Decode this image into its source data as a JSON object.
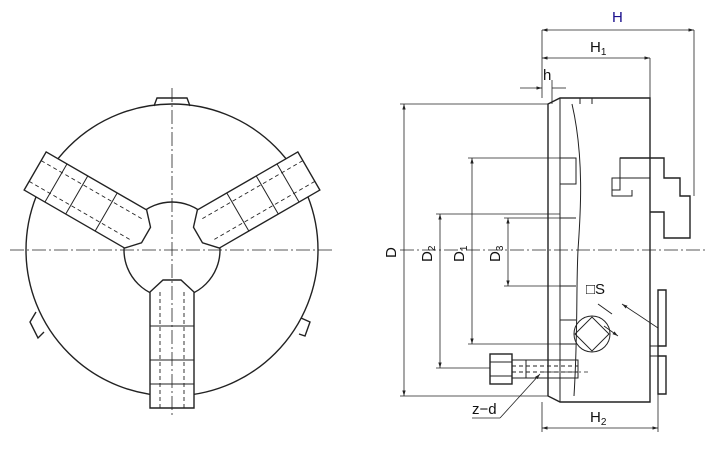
{
  "labels": {
    "H": "H",
    "H1_main": "H",
    "H1_sub": "1",
    "h": "h",
    "D": "D",
    "D1_main": "D",
    "D1_sub": "1",
    "D2_main": "D",
    "D2_sub": "2",
    "D3_main": "D",
    "D3_sub": "3",
    "S": "□S",
    "zd": "z−d",
    "H2_main": "H",
    "H2_sub": "2"
  },
  "colors": {
    "line": "#222222",
    "H_label": "#1a0f8c"
  }
}
